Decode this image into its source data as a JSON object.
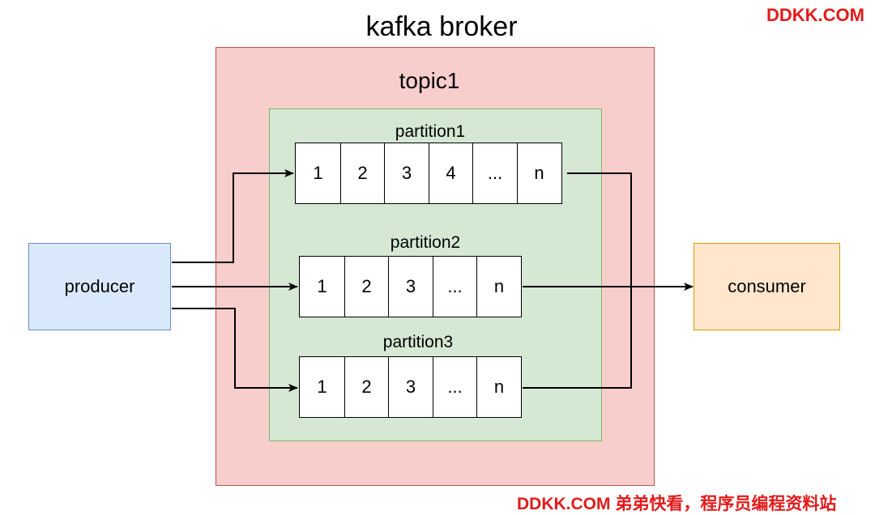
{
  "broker": {
    "title": "kafka broker"
  },
  "topic": {
    "title": "topic1"
  },
  "partitions": [
    {
      "label": "partition1",
      "cells": [
        "1",
        "2",
        "3",
        "4",
        "...",
        "n"
      ]
    },
    {
      "label": "partition2",
      "cells": [
        "1",
        "2",
        "3",
        "...",
        "n"
      ]
    },
    {
      "label": "partition3",
      "cells": [
        "1",
        "2",
        "3",
        "...",
        "n"
      ]
    }
  ],
  "producer": {
    "label": "producer"
  },
  "consumer": {
    "label": "consumer"
  },
  "watermarks": {
    "top": "DDKK.COM",
    "bottom": "DDKK.COM 弟弟快看，程序员编程资料站"
  },
  "colors": {
    "broker_fill": "#f8cecc",
    "broker_stroke": "#b85450",
    "topic_fill": "#d5e8d4",
    "topic_stroke": "#82b366",
    "producer_fill": "#dae8fc",
    "producer_stroke": "#6c8ebf",
    "consumer_fill": "#ffe6cc",
    "consumer_stroke": "#d79b00",
    "watermark": "#e21a1a"
  }
}
